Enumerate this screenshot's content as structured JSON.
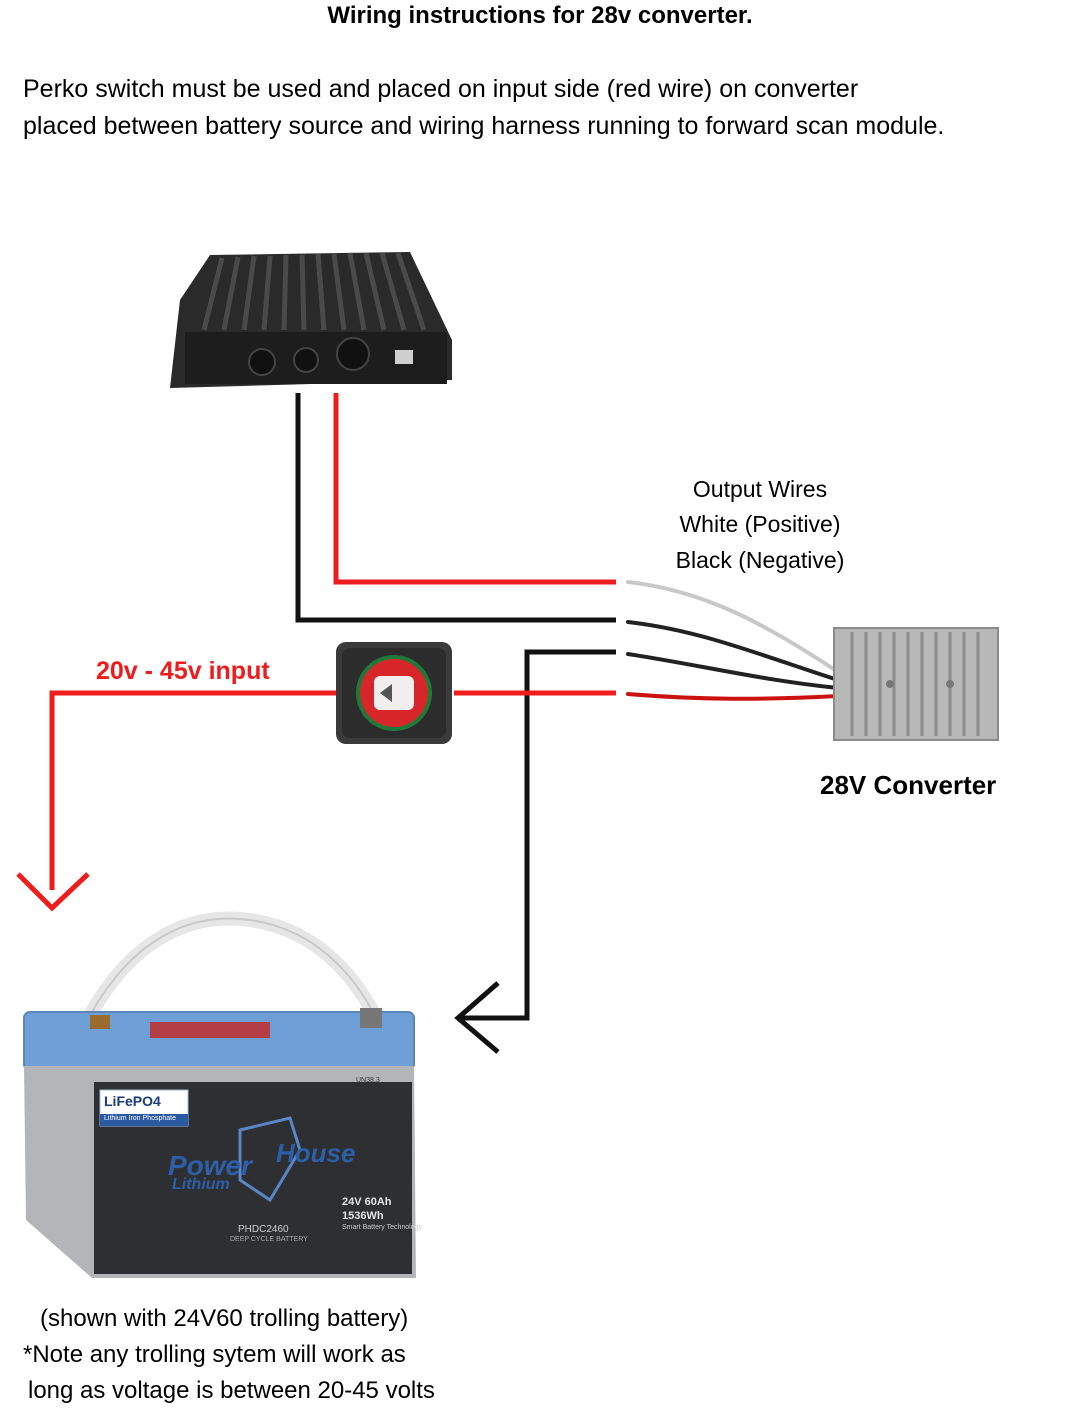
{
  "title": "Wiring instructions for 28v converter.",
  "instructions": [
    "Perko switch must be used and placed on input side (red wire) on converter",
    "placed  between battery source and wiring harness running to forward scan module."
  ],
  "output_wires": {
    "title": "Output Wires",
    "white": "White (Positive)",
    "black": "Black (Negative)"
  },
  "input_label": "20v - 45v input",
  "converter_label": "28V Converter",
  "battery": {
    "chemistry": "LiFePO4",
    "chemistry_sub": "Lithium Iron Phosphate",
    "brand_top": "Power",
    "brand_right": "House",
    "brand_sub": "Lithium",
    "spec1": "24V 60Ah",
    "spec2": "1536Wh",
    "spec3": "Smart Battery Technology",
    "model": "PHDC2460",
    "model_sub": "DEEP CYCLE BATTERY",
    "cert": "UN38.3"
  },
  "notes": [
    "(shown with 24V60 trolling battery)",
    "*Note any trolling sytem will work as",
    "long as voltage is between 20-45 volts"
  ],
  "colors": {
    "wire_red": "#ee1c1c",
    "wire_black": "#111111",
    "battery_blue": "#6e9fd6",
    "battery_grey": "#b3b5b8"
  }
}
